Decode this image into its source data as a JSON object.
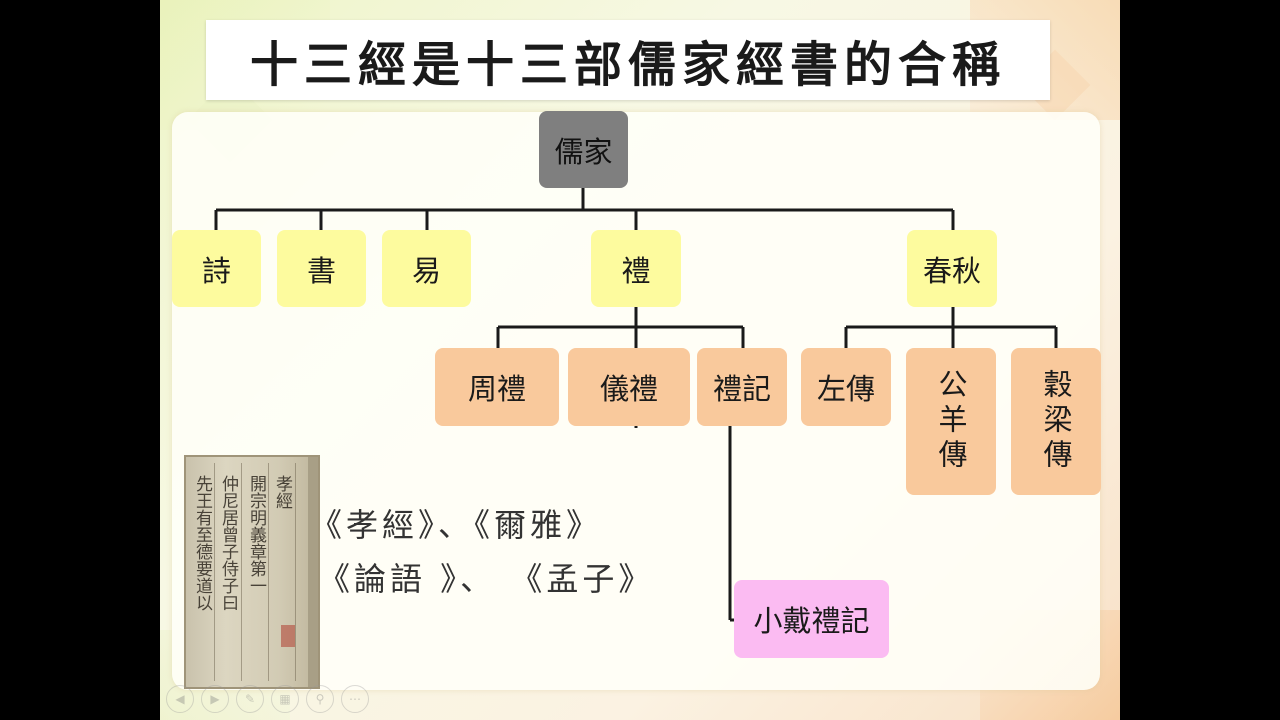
{
  "title": "十三經是十三部儒家經書的合稱",
  "tree": {
    "root": "儒家",
    "level1": [
      "詩",
      "書",
      "易",
      "禮",
      "春秋"
    ],
    "li_children": [
      "周禮",
      "儀禮",
      "禮記"
    ],
    "chunqiu_children": [
      "左傳",
      "公羊傳",
      "穀梁傳"
    ],
    "liji_child": "小戴禮記"
  },
  "notes": {
    "line1": "《孝經》、《爾雅》",
    "line2": "《論語 》、 《孟子》"
  },
  "book_image": {
    "columns": [
      "孝經",
      "開宗明義章第一",
      "仲尼居曾子侍子曰",
      "先王有至德要道以"
    ]
  },
  "nav_icons": [
    "prev-icon",
    "next-icon",
    "pen-icon",
    "slides-icon",
    "zoom-icon",
    "more-icon"
  ],
  "colors": {
    "root": "#7f7f7f",
    "classic": "#fdfb9e",
    "commentary": "#f9c99c",
    "sub_commentary": "#fbbbf2",
    "connector": "#1a1a1a"
  }
}
